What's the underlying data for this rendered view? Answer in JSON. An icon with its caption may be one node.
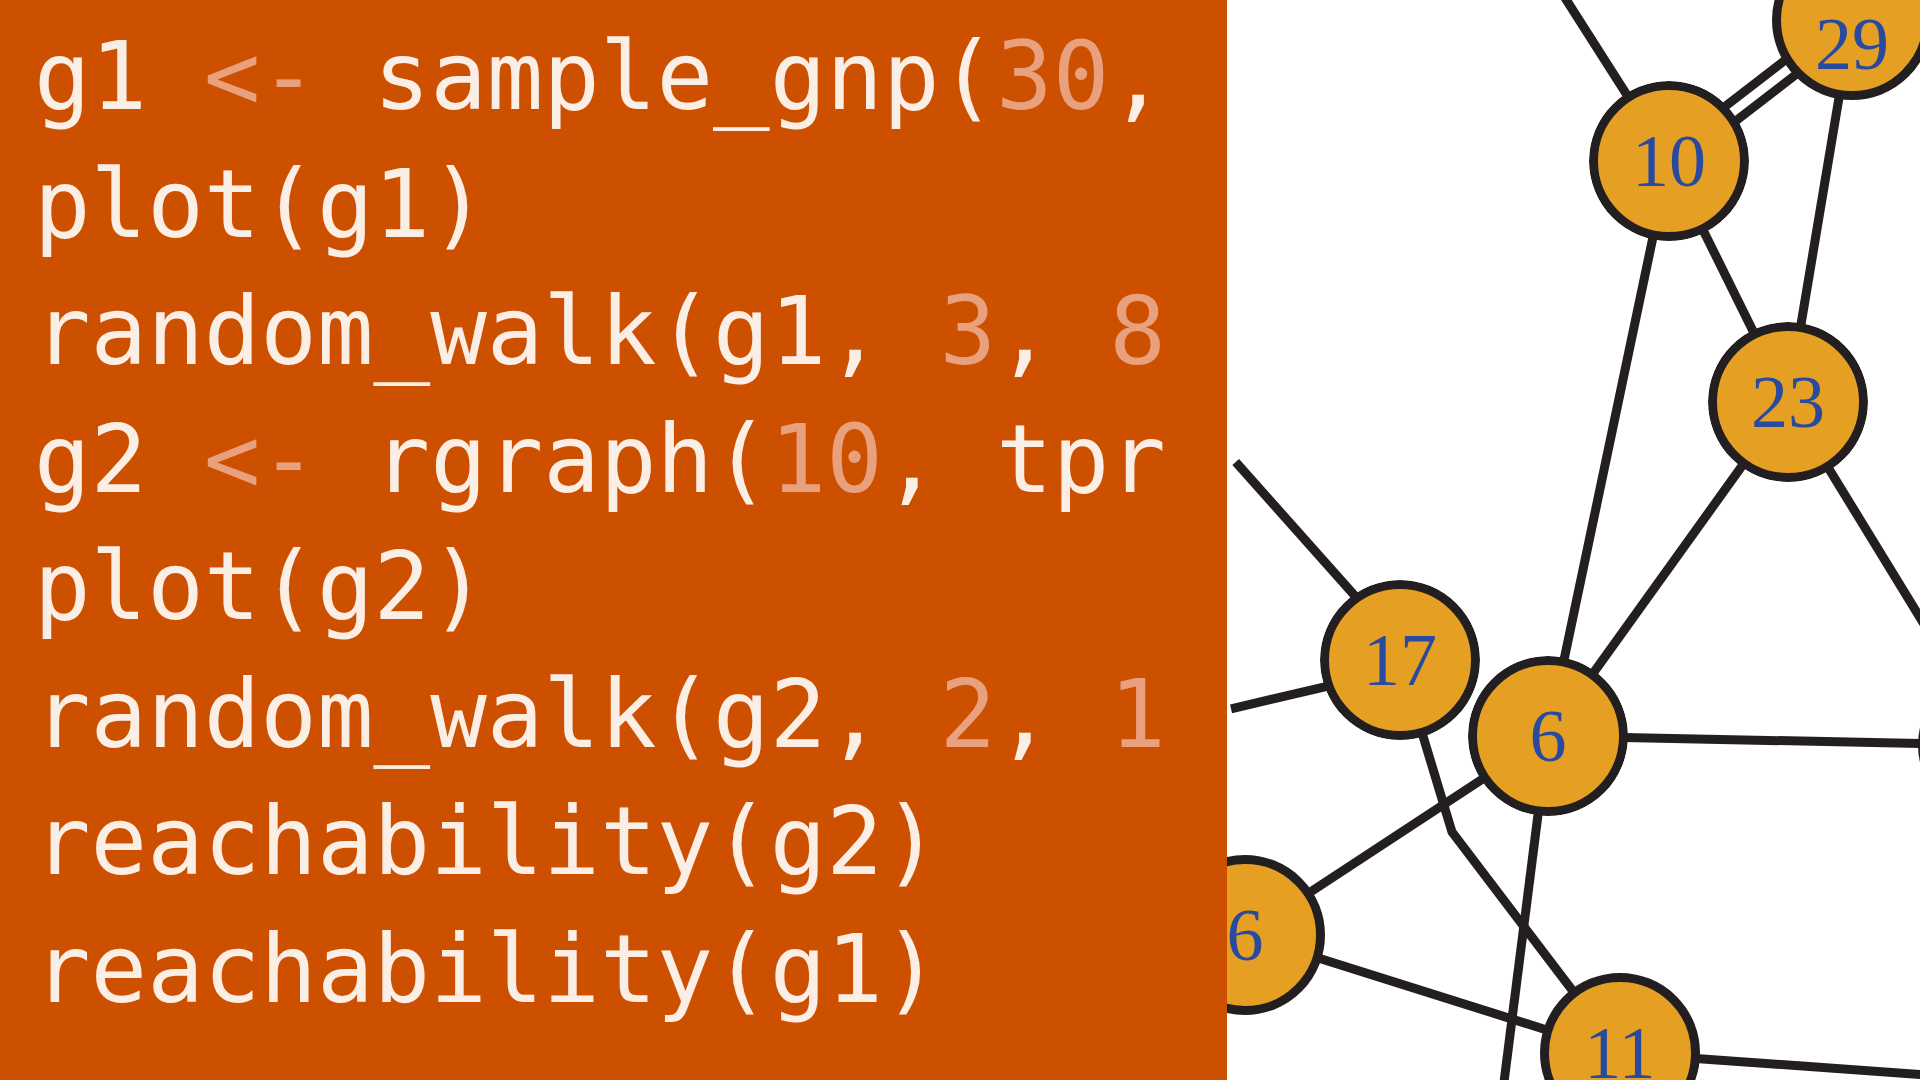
{
  "diagram": {
    "nodes": [
      {
        "text": [
          "29"
        ]
      },
      {
        "text": [
          "10"
        ]
      },
      {
        "text": [
          "23"
        ]
      },
      {
        "text": [
          "17"
        ]
      },
      {
        "text": [
          "6"
        ]
      },
      {
        "text": [],
        "shape": "circle"
      },
      {
        "text": [
          "6"
        ]
      },
      {
        "text": [
          "11"
        ]
      }
    ],
    "edges": [
      {
        "from": null,
        "to": 1,
        "arrow": "none"
      },
      {
        "from": 1,
        "to": 0,
        "arrow": "none"
      },
      {
        "from": 1,
        "to": 0,
        "arrow": "none"
      },
      {
        "from": 0,
        "to": 2,
        "arrow": "none"
      },
      {
        "from": 1,
        "to": 2,
        "arrow": "none"
      },
      {
        "from": 1,
        "to": 4,
        "arrow": "none"
      },
      {
        "from": 2,
        "to": 4,
        "arrow": "none"
      },
      {
        "from": 2,
        "to": 5,
        "arrow": "none"
      },
      {
        "from": null,
        "to": 3,
        "arrow": "none"
      },
      {
        "from": null,
        "to": 3,
        "arrow": "none"
      },
      {
        "from": 3,
        "to": 7,
        "arrow": "none"
      },
      {
        "from": 4,
        "to": 5,
        "arrow": "none"
      },
      {
        "from": 6,
        "to": 4,
        "arrow": "none"
      },
      {
        "from": 4,
        "to": null,
        "arrow": "none"
      },
      {
        "from": 6,
        "to": 7,
        "arrow": "none"
      },
      {
        "from": 7,
        "to": null,
        "arrow": "none"
      }
    ],
    "labels": [
      "g1 <- sample_gnp(30,",
      "plot(g1)",
      "random_walk(g1, 3, 8",
      "g2 <- rgraph(10, tpr",
      "plot(g2)",
      "random_walk(g2, 2, 1",
      "reachability(g2)",
      "reachability(g1)"
    ]
  }
}
